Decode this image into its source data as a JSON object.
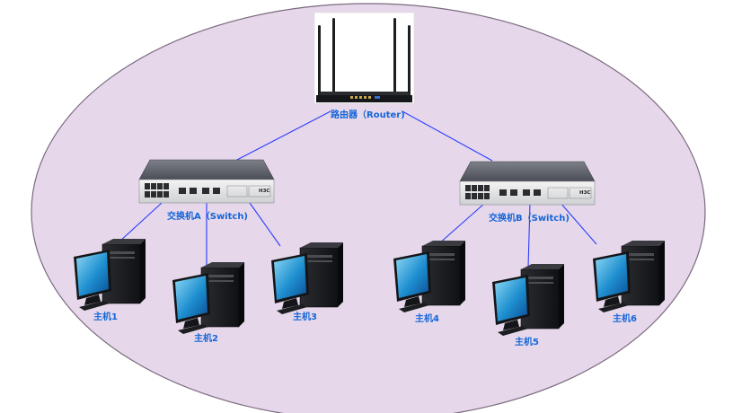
{
  "colors": {
    "background_ellipse": "#e6d8ea",
    "ellipse_stroke": "#7a6a7e",
    "link_line": "#2a3cff",
    "label_text": "#1565d8"
  },
  "router": {
    "label": "路由器（Router)",
    "icon": "router-icon"
  },
  "switches": [
    {
      "label": "交换机A（Switch)",
      "icon": "switch-icon",
      "brand": "H3C"
    },
    {
      "label": "交换机B（Switch)",
      "icon": "switch-icon",
      "brand": "H3C"
    }
  ],
  "hosts": [
    {
      "label": "主机1",
      "icon": "desktop-computer-icon"
    },
    {
      "label": "主机2",
      "icon": "desktop-computer-icon"
    },
    {
      "label": "主机3",
      "icon": "desktop-computer-icon"
    },
    {
      "label": "主机4",
      "icon": "desktop-computer-icon"
    },
    {
      "label": "主机5",
      "icon": "desktop-computer-icon"
    },
    {
      "label": "主机6",
      "icon": "desktop-computer-icon"
    }
  ]
}
